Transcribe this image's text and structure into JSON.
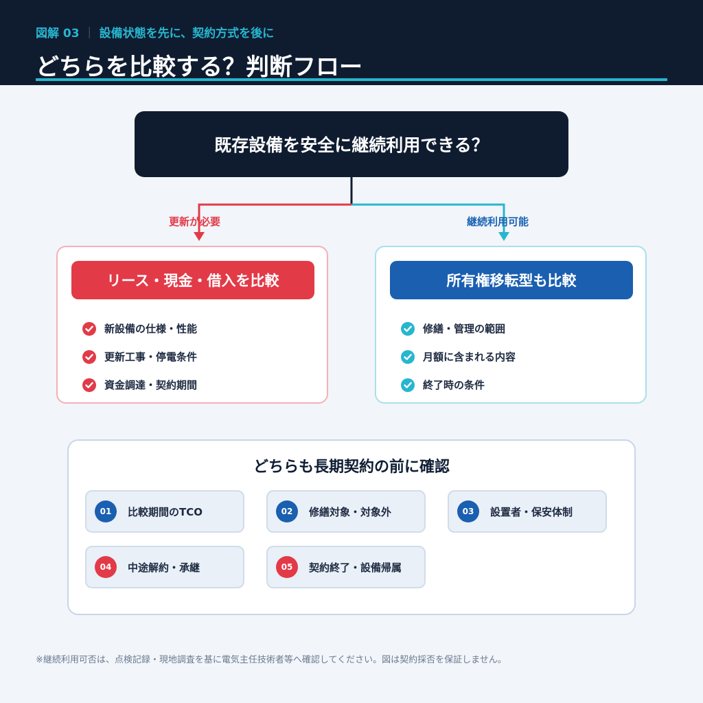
{
  "header": {
    "kicker_label": "図解 03",
    "kicker_separator": "｜",
    "kicker_text": "設備状態を先に、契約方式を後に",
    "title": "どちらを比較する？判断フロー"
  },
  "question": "既存設備を安全に継続利用できる？",
  "branches": {
    "left_label": "更新が必要",
    "right_label": "継続利用可能"
  },
  "left_card": {
    "title": "リース・現金・借入を比較",
    "items": [
      "新設備の仕様・性能",
      "更新工事・停電条件",
      "資金調達・契約期間"
    ]
  },
  "right_card": {
    "title": "所有権移転型も比較",
    "items": [
      "修繕・管理の範囲",
      "月額に含まれる内容",
      "終了時の条件"
    ]
  },
  "confirm": {
    "title": "どちらも長期契約の前に確認",
    "items": [
      {
        "num": "01",
        "text": "比較期間のTCO"
      },
      {
        "num": "02",
        "text": "修繕対象・対象外"
      },
      {
        "num": "03",
        "text": "設置者・保安体制"
      },
      {
        "num": "04",
        "text": "中途解約・承継"
      },
      {
        "num": "05",
        "text": "契約終了・設備帰属"
      }
    ]
  },
  "footnote": "※継続利用可否は、点検記録・現地調査を基に電気主任技術者等へ確認してください。図は契約採否を保証しません。",
  "colors": {
    "navy": "#0f1c30",
    "accent_cyan": "#27b6cf",
    "red": "#e23a47",
    "blue": "#1a5fb0"
  },
  "icons": {
    "check_left": "check-circle-icon",
    "check_right": "check-circle-icon"
  }
}
